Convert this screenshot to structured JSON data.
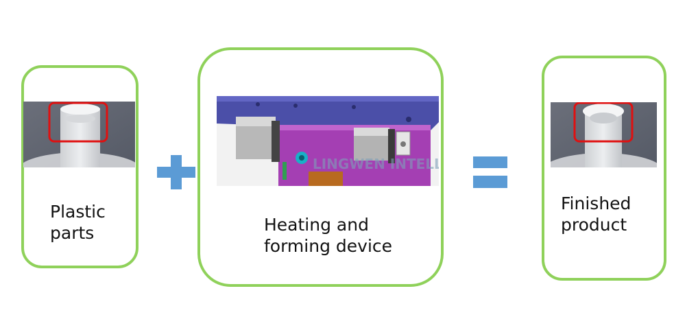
{
  "steps": [
    {
      "label_line1": "Plastic",
      "label_line2": "parts"
    },
    {
      "label_line1": "Heating and",
      "label_line2": "forming device",
      "watermark": "LINGWEN INTELLIGENT"
    },
    {
      "label_line1": "Finished",
      "label_line2": "product"
    }
  ],
  "operators": {
    "plus": "plus-sign",
    "equals": "equals-sign"
  },
  "colors": {
    "card_border": "#8fd15a",
    "operator": "#5b9bd5",
    "highlight": "#e01010"
  }
}
